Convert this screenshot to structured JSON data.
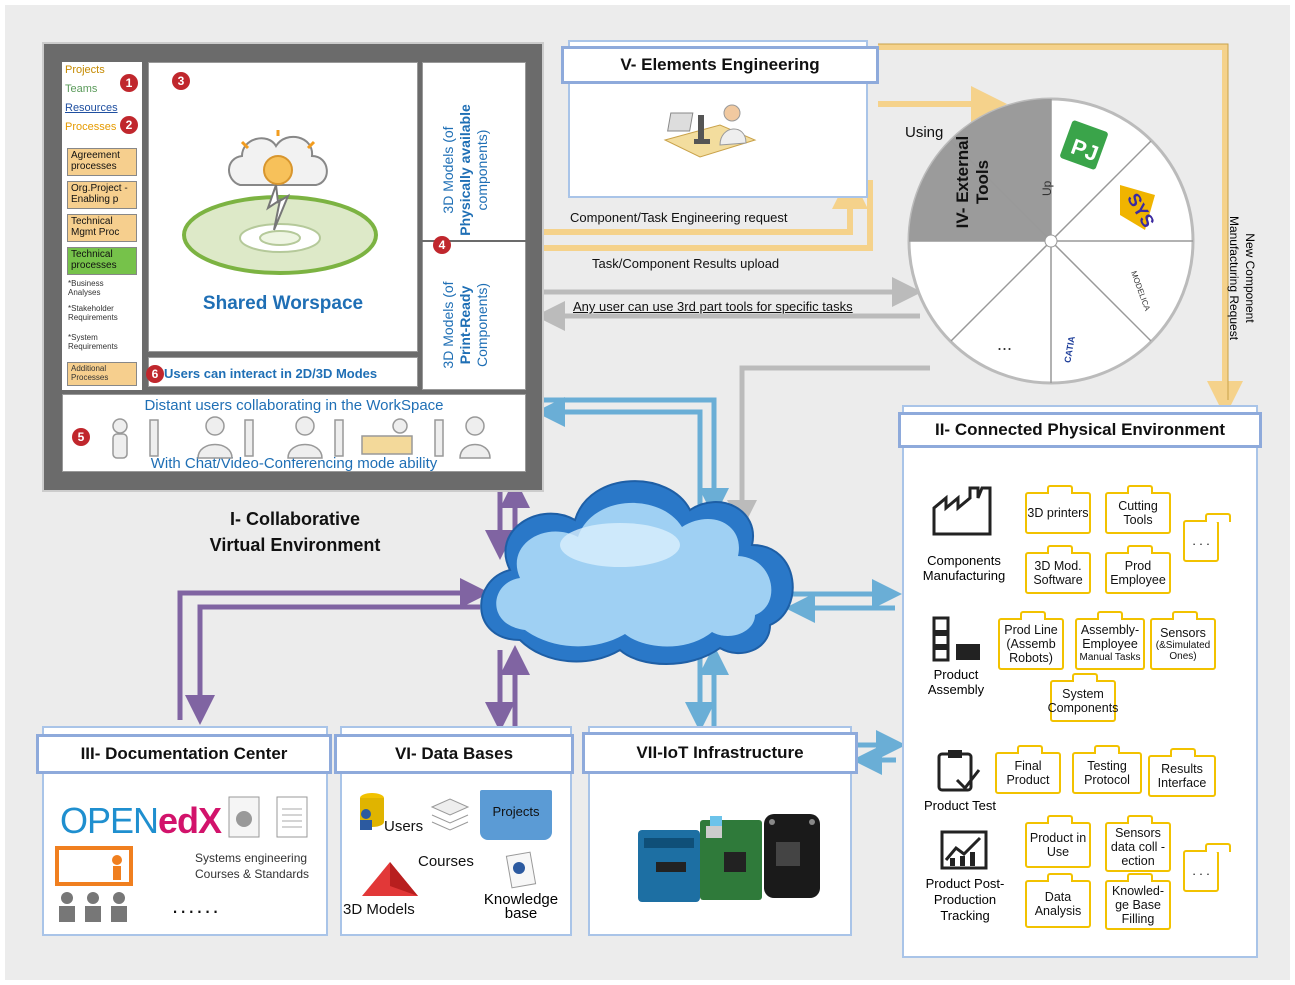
{
  "colors": {
    "header_border": "#8eaadb",
    "folder": "#f2c200",
    "purple_arrow": "#8064a2",
    "blue_arrow": "#6aaed6",
    "yellow_arrow": "#f5d28b",
    "accent_red": "#c0272d",
    "blue_text": "#1f6fb5"
  },
  "cve": {
    "title_line1": "I- Collaborative",
    "title_line2": "Virtual Environment",
    "menu": {
      "projects": "Projects",
      "teams": "Teams",
      "resources": "Resources",
      "processes": "Processes"
    },
    "badges": {
      "b1": "1",
      "b2": "2",
      "b3": "3",
      "b4": "4",
      "b5": "5",
      "b6": "6"
    },
    "processes": [
      "Agreement processes",
      "Org.Project -Enabling p",
      "Technical Mgmt Proc",
      "Technical processes"
    ],
    "subitems": [
      "*Business Analyses",
      "*Stakeholder Requirements",
      "*System Requirements"
    ],
    "additional": "Additional Processes",
    "shared": "Shared Worspace",
    "models_top_a": "3D Models (of",
    "models_top_b": "Physically available",
    "models_top_c": "components)",
    "models_bot_a": "3D Models (of",
    "models_bot_b": "Print-Ready",
    "models_bot_c": "Components)",
    "interact": "Users can interact in 2D/3D Modes",
    "distant": "Distant users collaborating in the WorkSpace",
    "chat": "With Chat/Video-Conferencing mode ability"
  },
  "elements": {
    "title": "V- Elements Engineering"
  },
  "tools": {
    "title_a": "IV- External",
    "title_b": "Tools",
    "using": "Using",
    "up": "Up",
    "modelica": "MODELICA",
    "catia": "CATIA",
    "more": "..."
  },
  "flows": {
    "request": "Component/Task Engineering request",
    "upload": "Task/Component Results upload",
    "third_party": "Any user can use 3rd part tools for specific tasks",
    "new_component_a": "New Component",
    "new_component_b": "Manufacturing Request"
  },
  "cpe": {
    "title": "II- Connected Physical Environment",
    "manufacturing": "Components Manufacturing",
    "assembly": "Product Assembly",
    "test": "Product Test",
    "post": "Product Post-Production Tracking",
    "f_3dprinters": "3D printers",
    "f_cutting": "Cutting Tools",
    "f_3dmod": "3D Mod. Software",
    "f_prod_emp": "Prod Employee",
    "f_prod_line": "Prod Line (Assemb Robots)",
    "f_assembly_emp_a": "Assembly-Employee",
    "f_assembly_emp_b": "Manual Tasks",
    "f_sensors_a": "Sensors",
    "f_sensors_b": "(&Simulated Ones)",
    "f_system": "System Components",
    "f_final": "Final Product",
    "f_testing": "Testing Protocol",
    "f_results": "Results Interface",
    "f_product_use": "Product in Use",
    "f_sensors_data": "Sensors data coll -ection",
    "f_data": "Data Analysis",
    "f_knowledge": "Knowled-ge Base Filling",
    "more": ". . ."
  },
  "docs": {
    "title": "III- Documentation Center",
    "logo_a": "OPEN",
    "logo_b": "edX",
    "courses": "Systems engineering Courses & Standards",
    "dots": "......"
  },
  "db": {
    "title": "VI- Data Bases",
    "users": "Users",
    "projects": "Projects",
    "courses": "Courses",
    "models": "3D Models",
    "knowledge": "Knowledge base"
  },
  "iot": {
    "title": "VII-IoT Infrastructure"
  }
}
